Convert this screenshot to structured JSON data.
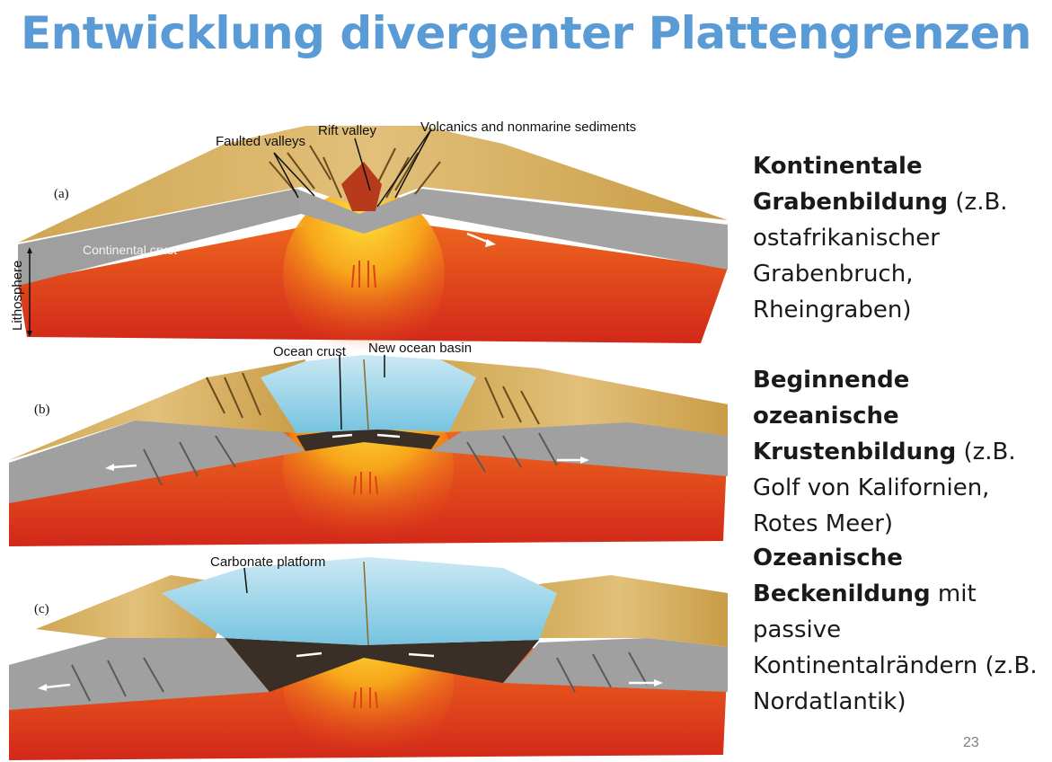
{
  "title": "Entwicklung divergenter Plattengrenzen",
  "figure": {
    "panel_a": {
      "letter": "(a)",
      "label_faulted": "Faulted valleys",
      "label_rift": "Rift valley",
      "label_volcanics": "Volcanics and nonmarine sediments",
      "label_crust": "Continental crust",
      "label_lithosphere": "Lithosphere"
    },
    "panel_b": {
      "letter": "(b)",
      "label_ocean_crust": "Ocean crust",
      "label_new_basin": "New ocean basin"
    },
    "panel_c": {
      "letter": "(c)",
      "label_carbonate": "Carbonate platform"
    }
  },
  "descriptions": [
    {
      "bold": "Kontinentale Grabenbildung",
      "rest": " (z.B. ostafrikanischer Grabenbruch, Rheingraben)"
    },
    {
      "bold": "Beginnende ozeanische Krustenbildung",
      "rest": " (z.B. Golf von Kalifornien, Rotes Meer)"
    },
    {
      "bold": "Ozeanische Beckenildung",
      "rest": " mit passive Kontinentalrändern (z.B. Nordatlantik)"
    }
  ],
  "page_number": "23",
  "colors": {
    "title": "#5b9bd5",
    "land": "#d8b25e",
    "crust": "#9a9a9a",
    "mantle": "#e0401a",
    "magma": "#f8c400",
    "ocean": "#8fd0e8"
  }
}
